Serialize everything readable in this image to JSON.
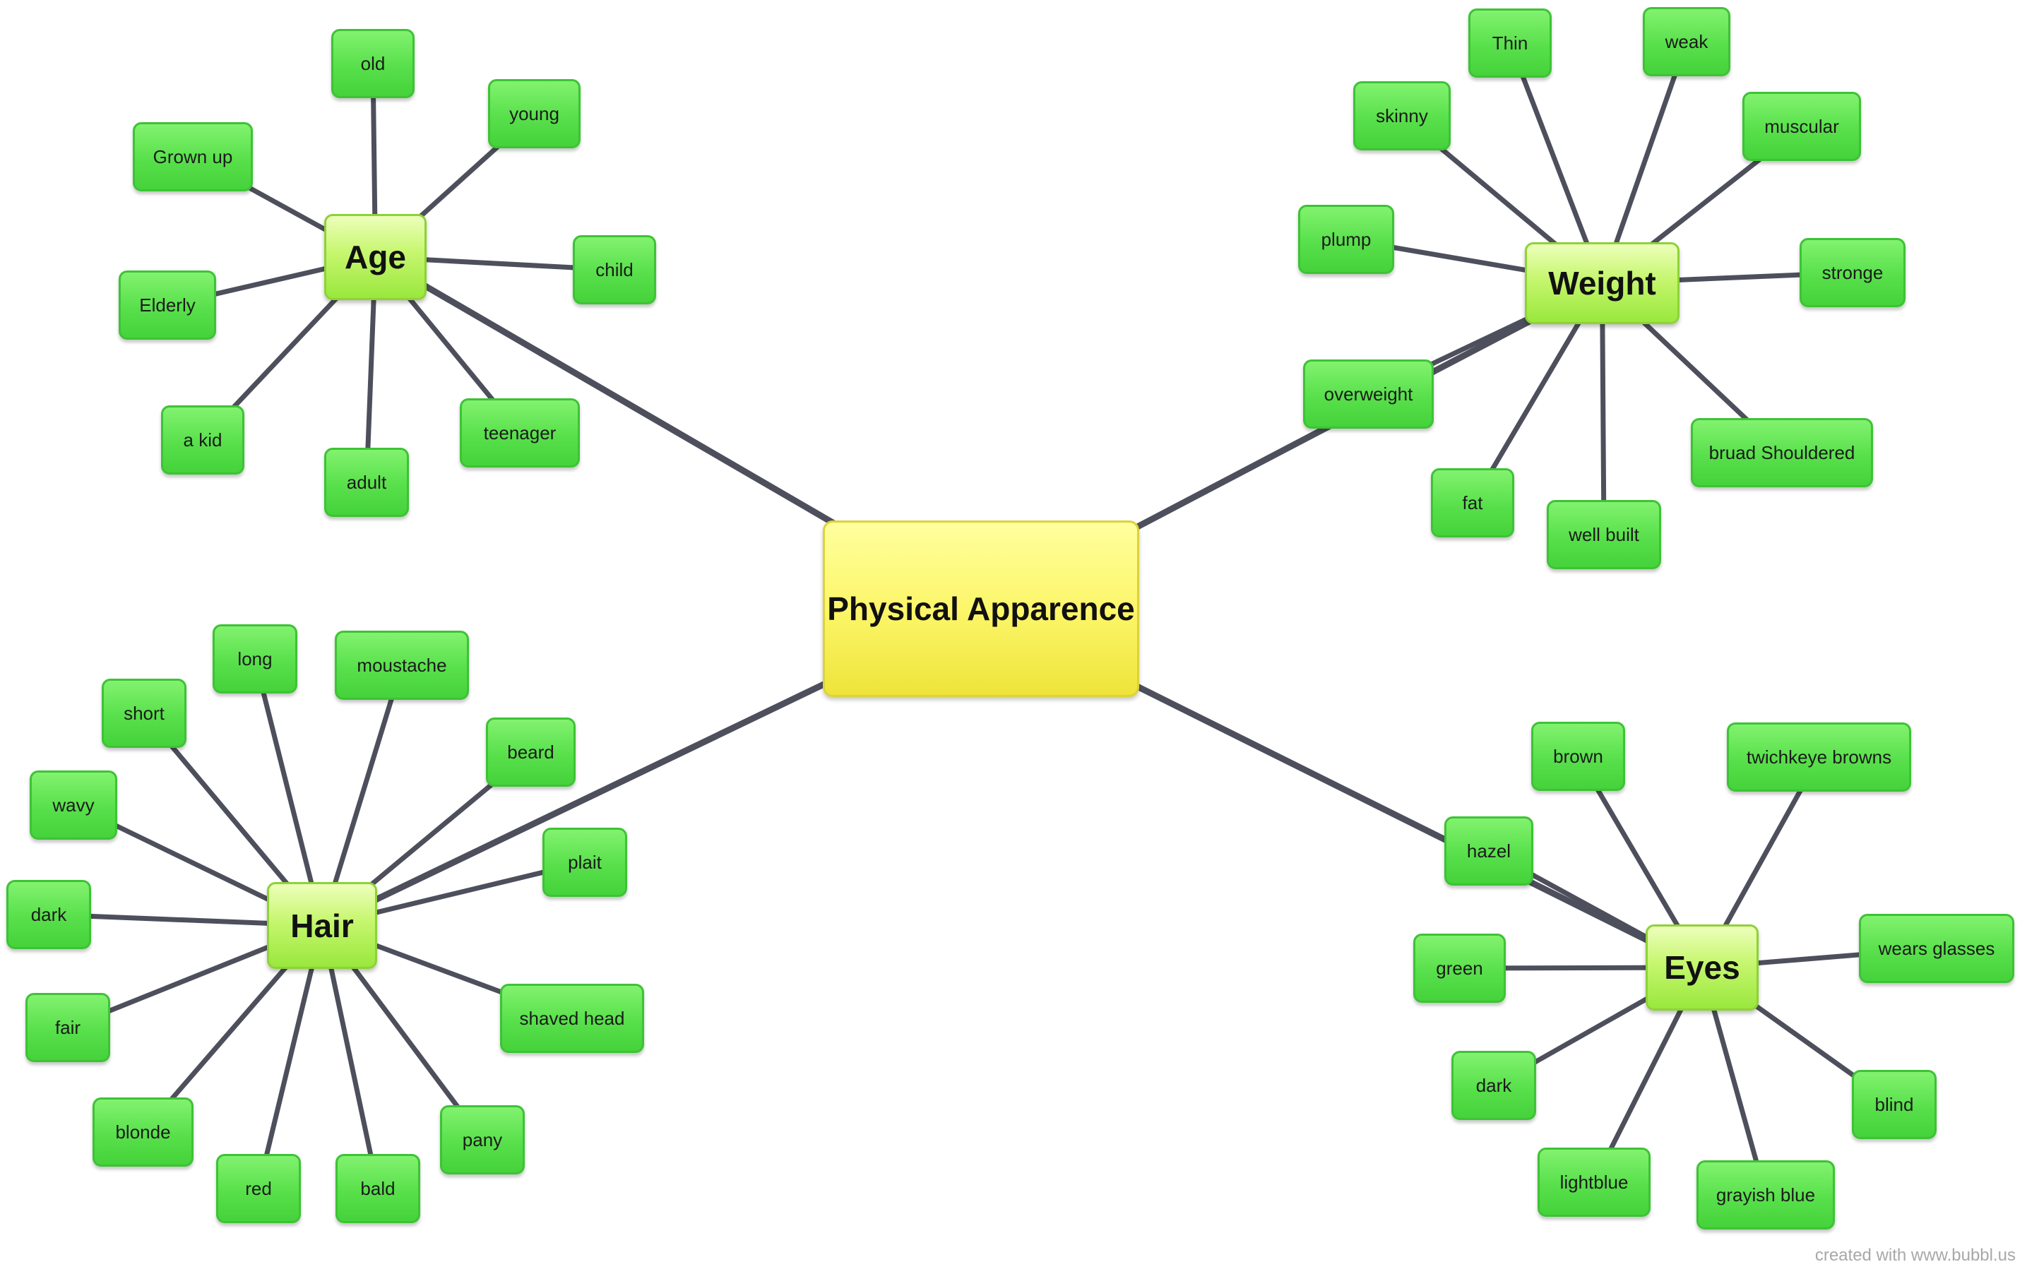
{
  "center": {
    "label": "Physical Apparence"
  },
  "branches": [
    {
      "key": "age",
      "label": "Age",
      "leaves": [
        "old",
        "young",
        "Grown up",
        "child",
        "Elderly",
        "a kid",
        "adult",
        "teenager"
      ]
    },
    {
      "key": "weight",
      "label": "Weight",
      "leaves": [
        "Thin",
        "weak",
        "skinny",
        "muscular",
        "plump",
        "stronge",
        "overweight",
        "bruad Shouldered",
        "fat",
        "well built"
      ]
    },
    {
      "key": "hair",
      "label": "Hair",
      "leaves": [
        "long",
        "moustache",
        "short",
        "beard",
        "wavy",
        "plait",
        "dark",
        "fair",
        "shaved head",
        "blonde",
        "pany",
        "red",
        "bald"
      ]
    },
    {
      "key": "eyes",
      "label": "Eyes",
      "leaves": [
        "brown",
        "twichkeye browns",
        "hazel",
        "green",
        "wears glasses",
        "dark",
        "blind",
        "lightblue",
        "grayish blue"
      ]
    }
  ],
  "credit": "created with www.bubbl.us",
  "colors": {
    "leaf_fill": "#58e04b",
    "branch_fill": "#c6f66e",
    "center_fill": "#fcf66a",
    "connector": "#4d4f5c"
  }
}
